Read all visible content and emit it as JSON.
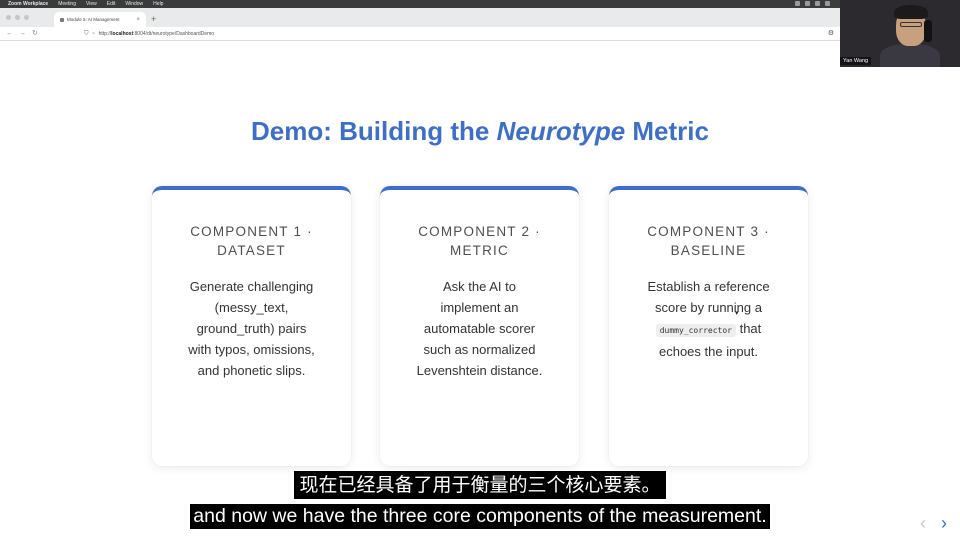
{
  "menubar": {
    "items": [
      "Zoom Workplace",
      "Meeting",
      "View",
      "Edit",
      "Window",
      "Help"
    ]
  },
  "browser": {
    "tab_title": "Module 5: AI Management",
    "tab_close": "×",
    "new_tab": "+",
    "url_host": "localhost",
    "url_rest": ":8004/dt/neurotype/DashboardDemo"
  },
  "video": {
    "participant_name": "Yan Wang"
  },
  "slide": {
    "title_prefix": "Demo: Building the ",
    "title_em": "Neurotype",
    "title_suffix": " Metric",
    "cards": [
      {
        "label_line1": "COMPONENT 1 ·",
        "label_line2": "DATASET",
        "body": "Generate challenging (messy_text, ground_truth) pairs with typos, omissions, and phonetic slips."
      },
      {
        "label_line1": "COMPONENT 2 ·",
        "label_line2": "METRIC",
        "body": "Ask the AI to implement an automatable scorer such as normalized Levenshtein distance."
      },
      {
        "label_line1": "COMPONENT 3 ·",
        "label_line2": "BASELINE",
        "body_before": "Establish a reference score by running a ",
        "body_code": "dummy_corrector",
        "body_after": " that echoes the input."
      }
    ]
  },
  "subtitles": {
    "chinese": "现在已经具备了用于衡量的三个核心要素。",
    "english": "and now we have the three core components of the measurement."
  },
  "nav": {
    "prev": "‹",
    "next": "›"
  },
  "colors": {
    "accent": "#3d6cd0",
    "title": "#3f6fc4"
  }
}
